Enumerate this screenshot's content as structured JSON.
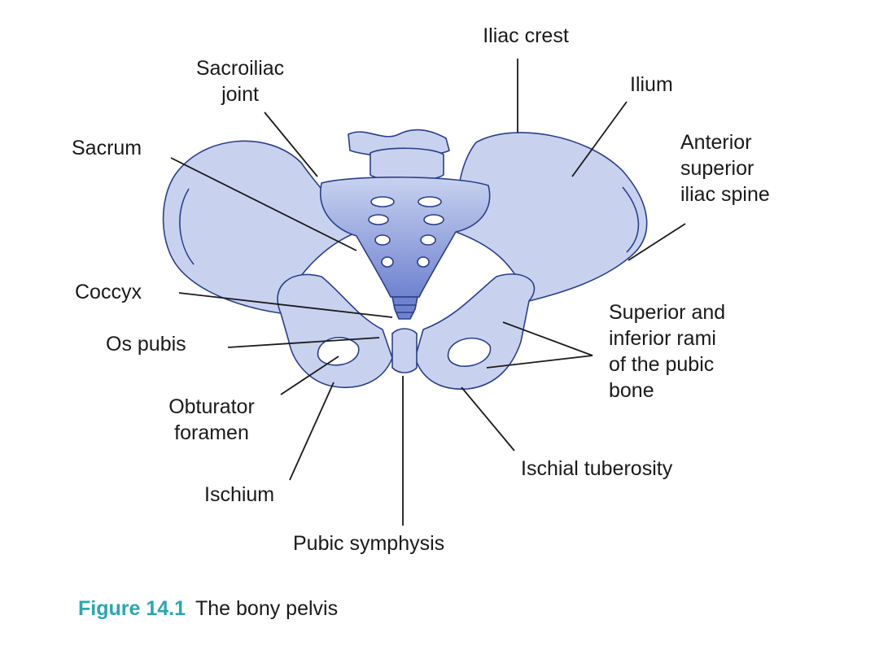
{
  "labels": {
    "iliac_crest": "Iliac crest",
    "sacroiliac_joint": [
      "Sacroiliac",
      "joint"
    ],
    "ilium": "Ilium",
    "sacrum": "Sacrum",
    "anterior_superior_iliac_spine": [
      "Anterior",
      "superior",
      "iliac spine"
    ],
    "coccyx": "Coccyx",
    "os_pubis": "Os pubis",
    "superior_inferior_rami": [
      "Superior and",
      "inferior rami",
      "of the pubic",
      "bone"
    ],
    "obturator_foramen": [
      "Obturator",
      "foramen"
    ],
    "ischium": "Ischium",
    "ischial_tuberosity": "Ischial tuberosity",
    "pubic_symphysis": "Pubic symphysis"
  },
  "caption": {
    "number": "Figure 14.1",
    "text": "The bony pelvis"
  },
  "colors": {
    "bone_fill": "#c8d2ef",
    "bone_stroke": "#2b3f8a",
    "bone_shade": "#8092d4",
    "caption_accent": "#2aa6b3"
  }
}
